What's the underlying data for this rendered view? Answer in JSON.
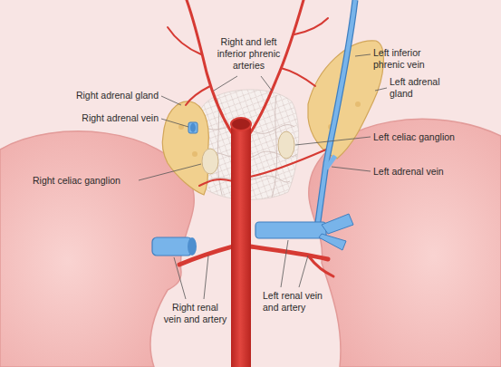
{
  "diagram": {
    "labels": [
      "Right adrenal gland",
      "Right adrenal vein",
      "Right and left inferior phrenic arteries",
      "Left inferior phrenic vein",
      "Left adrenal gland",
      "Left celiac ganglion",
      "Right celiac ganglion",
      "Left adrenal vein",
      "Right renal vein and artery",
      "Left renal vein and artery"
    ]
  }
}
